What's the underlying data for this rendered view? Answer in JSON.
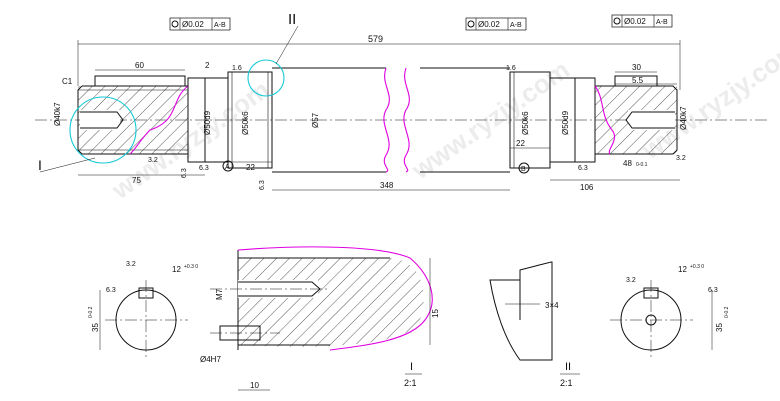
{
  "tolerance_frames": [
    {
      "value": "Ø0.02",
      "datum": "A-B"
    },
    {
      "value": "Ø0.02",
      "datum": "A-B"
    },
    {
      "value": "Ø0.02",
      "datum": "A-B"
    }
  ],
  "detail_labels": {
    "I": "I",
    "II": "II"
  },
  "scale": "2:1",
  "dimensions": {
    "total_length": "579",
    "left_key_length": "60",
    "left_gap": "2",
    "chamfer": "C1",
    "left_end_dia": "Ø40k7",
    "left_bearing_dia": "Ø50d9",
    "left_seat_dia": "Ø50k6",
    "shaft_dia": "Ø57",
    "right_seat_dia": "Ø50k6",
    "right_bearing_dia": "Ø50d9",
    "right_end_dia": "Ø40k7",
    "left_shoulder": "22",
    "right_shoulder": "22",
    "left_end_length": "75",
    "middle_length": "348",
    "right_end_length": "106",
    "right_key_length": "30",
    "right_offset": "5.5",
    "key_depth": "48",
    "key_depth_tol": "0-0.1",
    "section_width": "12",
    "section_width_tol": "+0.3 0",
    "section_depth_left": "35",
    "section_depth_left_tol": "0-0.2",
    "section_depth_right": "35",
    "section_depth_right_tol": "0-0.2",
    "thread": "M7",
    "hole": "Ø4H7",
    "hole_length": "10",
    "detail_depth": "15",
    "groove": "3×4"
  },
  "roughness": {
    "r16": "1.6",
    "r32": "3.2",
    "r63": "6.3"
  },
  "datums": {
    "A": "A",
    "B": "B"
  },
  "watermark": "www.ryzjy.com"
}
